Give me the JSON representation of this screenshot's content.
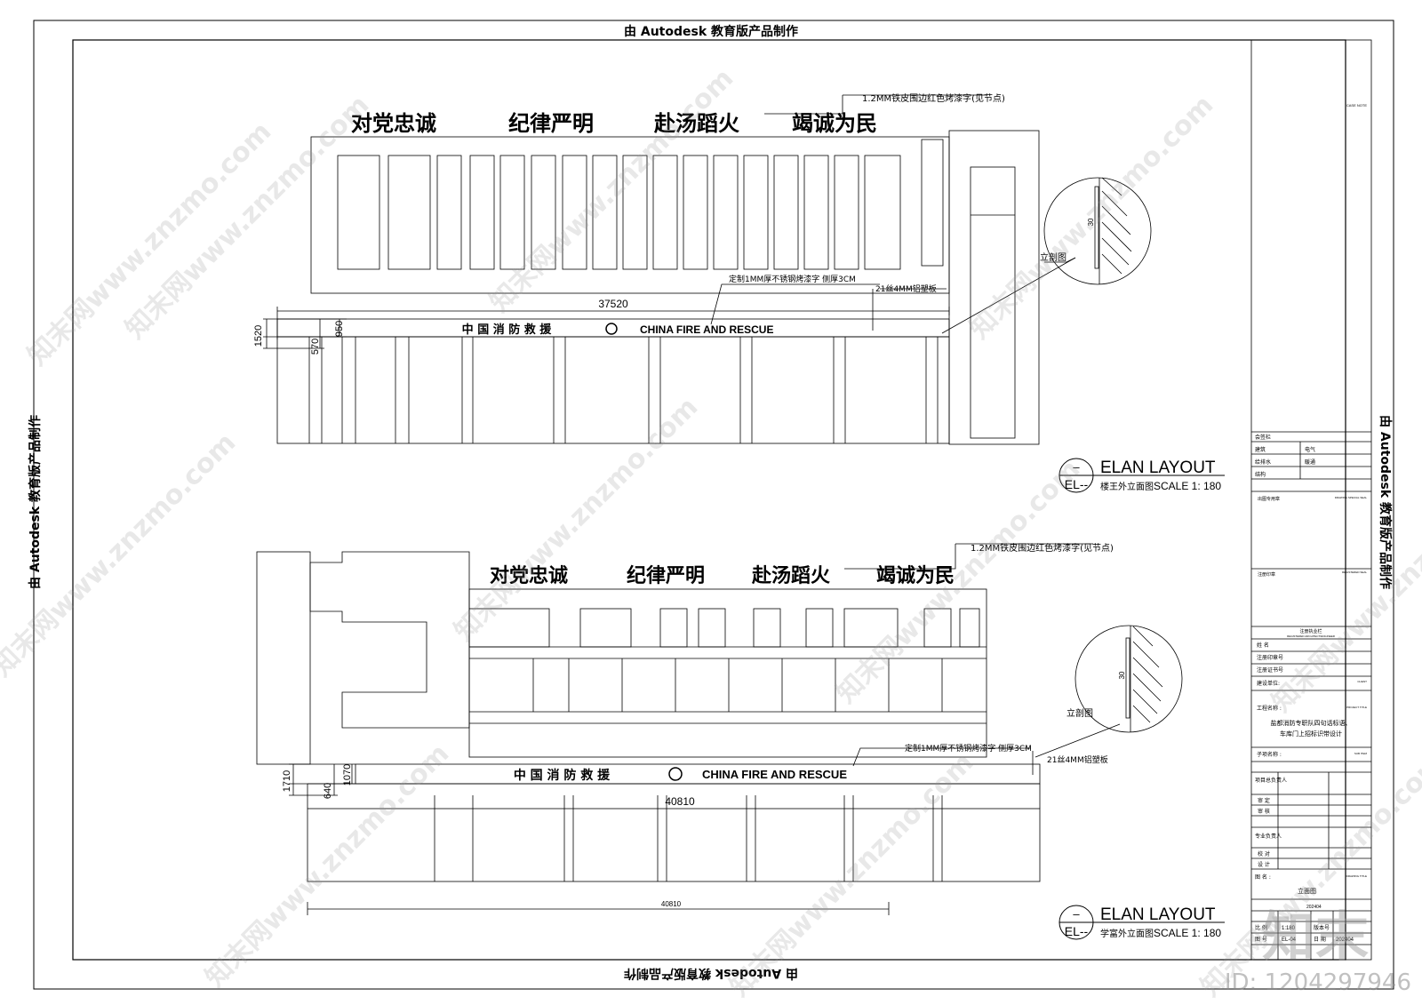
{
  "banner": {
    "autodesk": "由 Autodesk 教育版产品制作"
  },
  "elev1": {
    "slogan": [
      "对党忠诚",
      "纪律严明",
      "赴汤蹈火",
      "竭诚为民"
    ],
    "note_top": "1.2MM铁皮围边红色烤漆字(见节点)",
    "note_steel": "定制1MM厚不锈钢烤漆字 侧厚3CM",
    "note_board": "21丝4MM铝塑板",
    "dim_total": "37520",
    "dim_height": "1520",
    "dim_sign": "950",
    "dim_base": "570",
    "sign_cn": "中 国 消 防 救 援",
    "sign_en": "CHINA FIRE AND RESCUE",
    "section_label": "立剖图",
    "section_dim": "30",
    "title": "ELAN LAYOUT",
    "title_code": "EL--",
    "title_dash": "–",
    "subtitle": "楼王外立面图",
    "scale": "SCALE 1: 180"
  },
  "elev2": {
    "slogan": [
      "对党忠诚",
      "纪律严明",
      "赴汤蹈火",
      "竭诚为民"
    ],
    "note_top": "1.2MM铁皮围边红色烤漆字(见节点)",
    "note_steel": "定制1MM厚不锈钢烤漆字 侧厚3CM",
    "note_board": "21丝4MM铝塑板",
    "dim_total": "40810",
    "dim_bottom": "40810",
    "dim_height": "1710",
    "dim_sign": "1070",
    "dim_base": "640",
    "sign_cn": "中 国 消 防 救 援",
    "sign_en": "CHINA FIRE AND RESCUE",
    "section_label": "立剖图",
    "section_dim": "30",
    "title": "ELAN LAYOUT",
    "title_code": "EL--",
    "title_dash": "–",
    "subtitle": "学富外立面图",
    "scale": "SCALE 1: 180"
  },
  "titleblock": {
    "case_note": "CASE NOTE",
    "countersign": "会签栏",
    "jianzhu": "建筑",
    "dianqi": "电气",
    "geipaishui": "给排水",
    "nuantong": "暖通",
    "jiegou": "结构",
    "chutu": "出图专用章",
    "chutu_en": "DRAWING SPECIAL SEAL",
    "zhuce": "注册印章",
    "zhuce_en": "REGISTERED SEAL",
    "zhiye": "注册执业栏",
    "zhiye_en": "REGISTERED ARCHITECT/ENGINEER",
    "xingming": "姓 名",
    "yinzhang_hao": "注册印章号",
    "zhengshu_hao": "注册证书号",
    "jianshe": "建设单位:",
    "client_en": "CLIENT",
    "gongcheng": "工程名称 :",
    "project_en": "PROJECT TITLE",
    "project_name_1": "盐都消防专职队四句话标语、",
    "project_name_2": "车库门上招标识带设计",
    "zixiang": "子项名称 :",
    "sub_en": "SUB ITEM",
    "fuzeren": "项目总负责人",
    "shending": "审 定",
    "shenhe": "审 核",
    "zhuanye": "专业负责人",
    "jiaodui": "校 对",
    "sheji": "设 计",
    "tuming": "图 名 :",
    "drawing_title_en": "DRAWING TITLE",
    "tuming_val": "立面图",
    "bili_label": "比 例",
    "bili": "1:180",
    "banben": "版本号",
    "tuhao_label": "图 号",
    "tuhao": "EL-04",
    "riqi": "日 期",
    "riqi_val": "202404",
    "code_val": "202404"
  },
  "watermark": {
    "text": "知末网www.znzmo.com",
    "logo": "知末",
    "id": "ID: 1204297946"
  }
}
